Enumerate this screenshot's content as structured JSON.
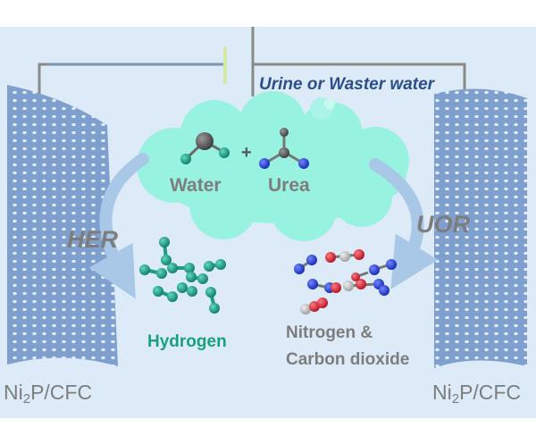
{
  "texts": {
    "source_label": "Urine or Waster water",
    "water": "Water",
    "plus": "+",
    "urea": "Urea",
    "her": "HER",
    "uor": "UOR",
    "hydrogen": "Hydrogen",
    "nitrogen_line1": "Nitrogen &",
    "nitrogen_line2": "Carbon dioxide",
    "electrode_left_prefix": "Ni",
    "electrode_left_sub": "2",
    "electrode_left_suffix": "P/CFC",
    "electrode_right_prefix": "Ni",
    "electrode_right_sub": "2",
    "electrode_right_suffix": "P/CFC"
  },
  "colors": {
    "background": "#dcebf7",
    "electrode": "#7f9fcf",
    "cloud": "#98f2e0",
    "circuit": "#8a8a8a",
    "circuit_blue": "#6aa0d8",
    "hydrogen_atom": "#1e9c86",
    "nitrogen_atom": "#2440d8",
    "oxygen_atom": "#e02a3a",
    "carbon_atom": "#b8b8b8",
    "text_grey": "#7d7d7d",
    "hydrogen_text": "#1aa07e",
    "source_text": "#2a4f8a"
  }
}
